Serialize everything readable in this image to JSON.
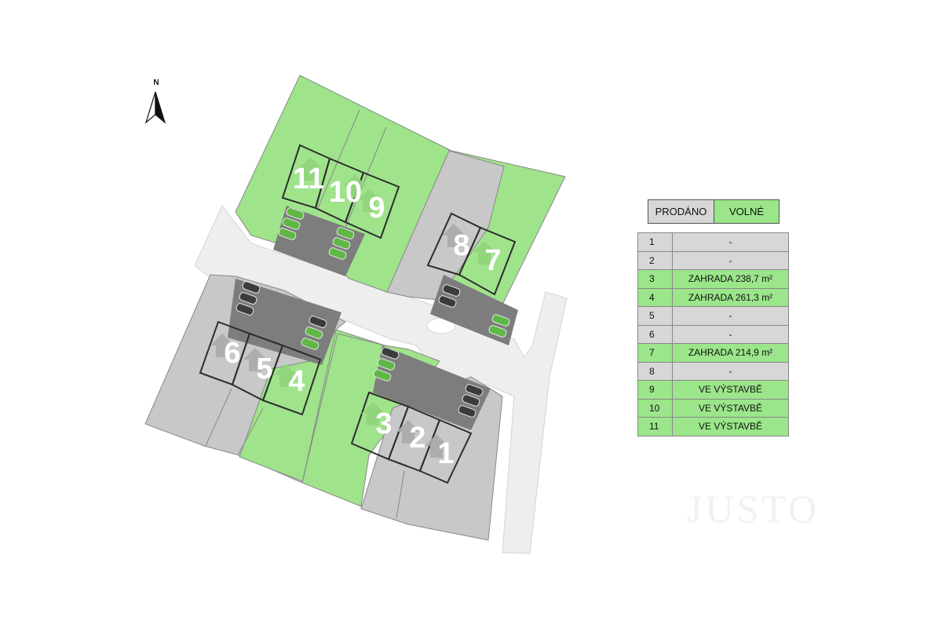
{
  "compass": {
    "label": "N"
  },
  "legend": {
    "sold": "PRODÁNO",
    "available": "VOLNÉ"
  },
  "colors": {
    "sold": "#d7d7d7",
    "available": "#9be58a",
    "map_sold": "#c8c8c8",
    "map_available": "#9fe38b",
    "road": "#eeeeee",
    "parking": "#7d7d7d"
  },
  "plots": [
    {
      "number": "1",
      "status": "sold",
      "note": "-"
    },
    {
      "number": "2",
      "status": "sold",
      "note": "-"
    },
    {
      "number": "3",
      "status": "available",
      "note": "ZAHRADA 238,7 m²"
    },
    {
      "number": "4",
      "status": "available",
      "note": "ZAHRADA 261,3 m²"
    },
    {
      "number": "5",
      "status": "sold",
      "note": "-"
    },
    {
      "number": "6",
      "status": "sold",
      "note": "-"
    },
    {
      "number": "7",
      "status": "available",
      "note": "ZAHRADA 214,9 m²"
    },
    {
      "number": "8",
      "status": "sold",
      "note": "-"
    },
    {
      "number": "9",
      "status": "available",
      "note": "VE VÝSTAVBĚ"
    },
    {
      "number": "10",
      "status": "available",
      "note": "VE VÝSTAVBĚ"
    },
    {
      "number": "11",
      "status": "available",
      "note": "VE VÝSTAVBĚ"
    }
  ],
  "watermark": "JUSTO"
}
